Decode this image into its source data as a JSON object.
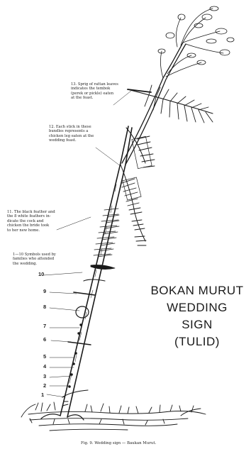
{
  "title": {
    "line1": "BOKAN MURUT",
    "line2": "WEDDING SIGN",
    "line3": "(TULID)"
  },
  "annotations": {
    "note13": "13. Sprig of rattan leaves\nindicates the tembok\n(perek or pickle) eaten\nat the feast.",
    "note12": "12. Each stick in these\nbundles represents a\nchicken leg eaten at the\nwedding feast.",
    "note11": "11. The black feather and\nthe 8 white feathers in-\ndicate the cock and\nchicken the bride took\nto her new home.",
    "note1_10": "1—10 Symbols used by\nfamilies who attended\nthe wedding."
  },
  "numbers": [
    "1",
    "2",
    "3",
    "4",
    "5",
    "6",
    "7",
    "8",
    "9",
    "10"
  ],
  "caption": "Fig. 9.   Wedding sign — Baukan Murut.",
  "colors": {
    "ink": "#1a1a1a",
    "paper": "#ffffff"
  }
}
